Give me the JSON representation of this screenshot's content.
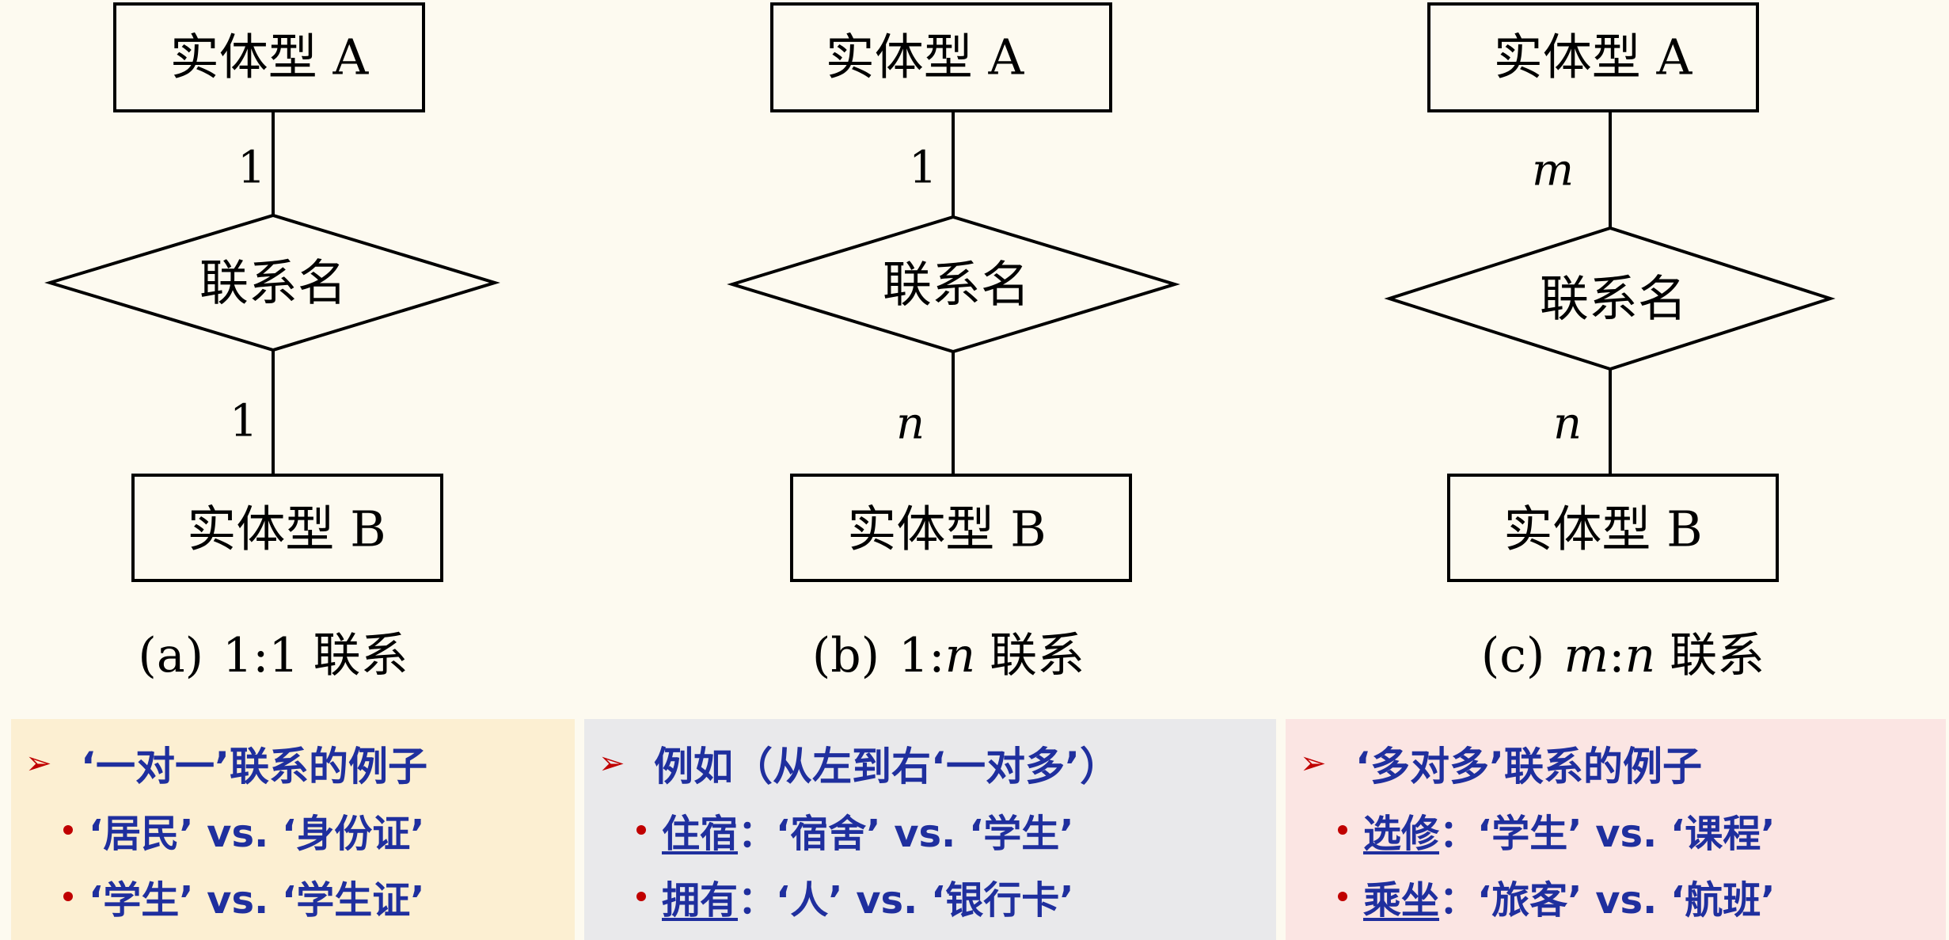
{
  "diagrams": [
    {
      "entity_a": "实体型 A",
      "relation": "联系名",
      "card_top": "1",
      "card_bottom": "1",
      "entity_b": "实体型 B",
      "caption_prefix": "(a)",
      "caption_ratio_a": "1",
      "caption_ratio_sep": ":",
      "caption_ratio_b": "1",
      "caption_suffix": "联系"
    },
    {
      "entity_a": "实体型 A",
      "relation": "联系名",
      "card_top": "1",
      "card_bottom": "n",
      "entity_b": "实体型 B",
      "caption_prefix": "(b)",
      "caption_ratio_a": "1",
      "caption_ratio_sep": ":",
      "caption_ratio_b": "n",
      "caption_suffix": "联系"
    },
    {
      "entity_a": "实体型 A",
      "relation": "联系名",
      "card_top": "m",
      "card_bottom": "n",
      "entity_b": "实体型 B",
      "caption_prefix": "(c)",
      "caption_ratio_a": "m",
      "caption_ratio_sep": ":",
      "caption_ratio_b": "n",
      "caption_suffix": "联系"
    }
  ],
  "panels": {
    "a": {
      "heading": "‘一对一’联系的例子",
      "items": [
        {
          "text": "‘居民’ vs. ‘身份证’"
        },
        {
          "text": "‘学生’ vs. ‘学生证’"
        }
      ]
    },
    "b": {
      "heading": "例如（从左到右‘一对多’）",
      "items": [
        {
          "label": "住宿",
          "text": "：‘宿舍’ vs. ‘学生’"
        },
        {
          "label": "拥有",
          "text": "：‘人’ vs. ‘银行卡’"
        }
      ]
    },
    "c": {
      "heading": "‘多对多’联系的例子",
      "items": [
        {
          "label": "选修",
          "text": "：‘学生’ vs. ‘课程’"
        },
        {
          "label": "乘坐",
          "text": "：‘旅客’ vs. ‘航班’"
        }
      ]
    }
  },
  "colors": {
    "background": "#fdfaf0",
    "panel_a": "#fcefd2",
    "panel_b": "#e9e9eb",
    "panel_c": "#fbe5e3",
    "panel_text": "#1f2f9e",
    "bullet": "#c00000"
  },
  "icons": {
    "heading_marker": "arrowhead-bullet-icon",
    "item_marker": "dot-bullet-icon"
  }
}
